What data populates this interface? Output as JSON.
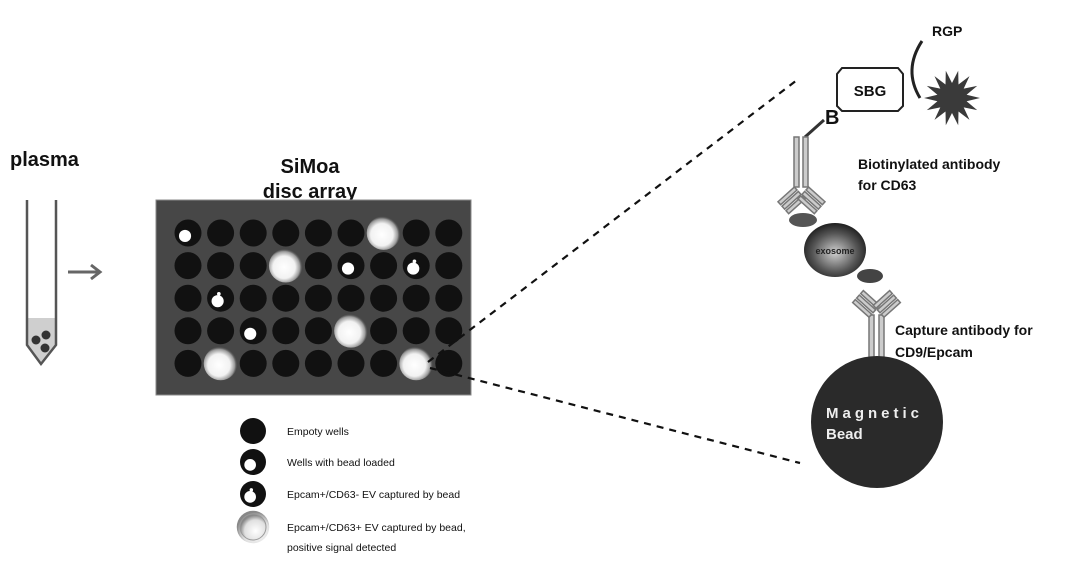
{
  "left": {
    "plasma_label": "plasma",
    "array_title_line1": "SiMoa",
    "array_title_line2": "disc array"
  },
  "array": {
    "columns": 9,
    "rows": 5,
    "wells": [
      [
        "bead",
        "empty",
        "empty",
        "empty",
        "empty",
        "empty",
        "signal",
        "empty",
        "empty"
      ],
      [
        "empty",
        "empty",
        "empty",
        "signal",
        "empty",
        "bead",
        "empty",
        "ev-neg",
        "empty"
      ],
      [
        "empty",
        "ev-neg",
        "empty",
        "empty",
        "empty",
        "empty",
        "empty",
        "empty",
        "empty"
      ],
      [
        "empty",
        "empty",
        "bead",
        "empty",
        "empty",
        "signal",
        "empty",
        "empty",
        "empty"
      ],
      [
        "empty",
        "signal",
        "empty",
        "empty",
        "empty",
        "empty",
        "empty",
        "signal",
        "empty"
      ]
    ]
  },
  "legend": [
    {
      "icon": "empty",
      "label": "Empoty wells"
    },
    {
      "icon": "bead",
      "label": "Wells with bead loaded"
    },
    {
      "icon": "ev-neg",
      "label": "Epcam+/CD63- EV captured by bead"
    },
    {
      "icon": "signal",
      "label": "Epcam+/CD63+ EV captured by bead,",
      "label2": "positive signal detected"
    }
  ],
  "assay": {
    "rgp_label": "RGP",
    "sbg_label": "SBG",
    "biotin_label": "B",
    "biotin_antibody_line1": "Biotinylated antibody",
    "biotin_antibody_line2": "for CD63",
    "exosome_label": "exosome",
    "capture_antibody_line1": "Capture antibody for",
    "capture_antibody_line2": "CD9/Epcam",
    "bead_line1": "Magnetic",
    "bead_line2": "Bead"
  },
  "colors": {
    "well": "#111111",
    "array_bg": "#474747",
    "bead": "#2a2a2a"
  }
}
